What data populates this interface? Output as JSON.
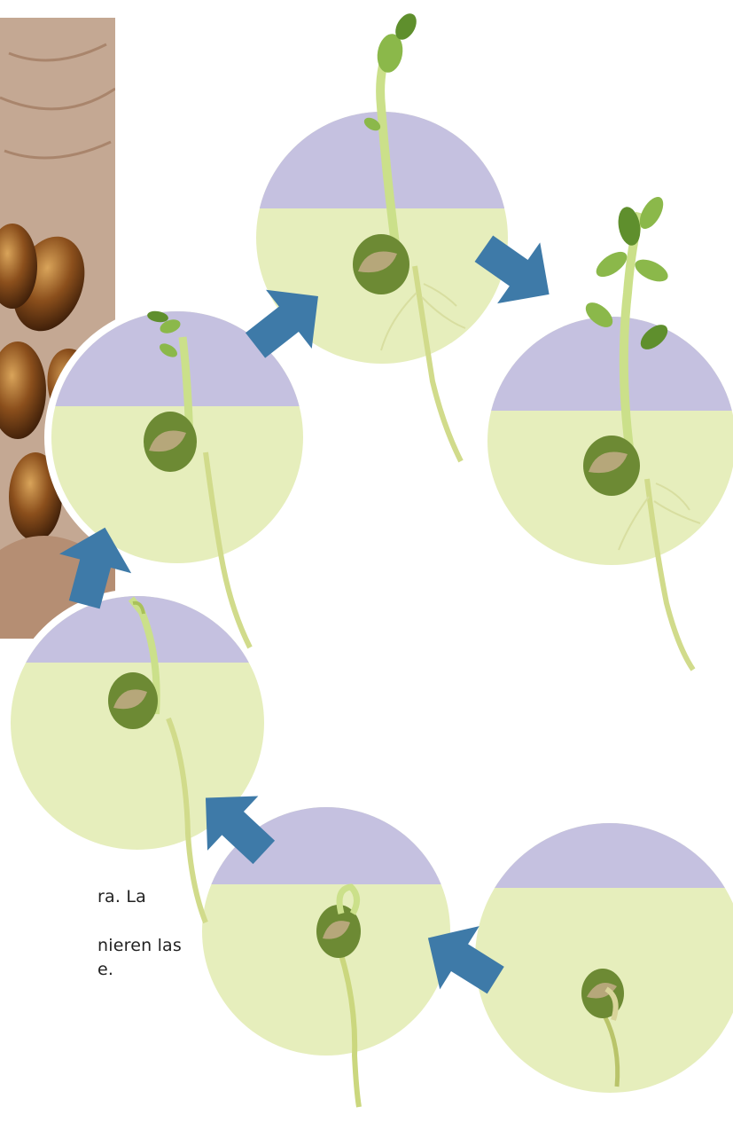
{
  "colors": {
    "soil": "#e6eebc",
    "air": "#c5c1e0",
    "arrow": "#3e7aa8",
    "stem": "#cbe08a",
    "stem_dark": "#a9c15a",
    "root": "#c7d07a",
    "seed": "#6d8a34",
    "seed_light": "#b6a77a",
    "leaf": "#8bb84a",
    "leaf_dark": "#5f8f2d"
  },
  "icons": {
    "arrow": "arrow-icon",
    "seed": "seed-icon",
    "leaf": "leaf-icon"
  },
  "text_fragments": [
    "–",
    "ra.  La",
    "nieren las",
    "e."
  ]
}
